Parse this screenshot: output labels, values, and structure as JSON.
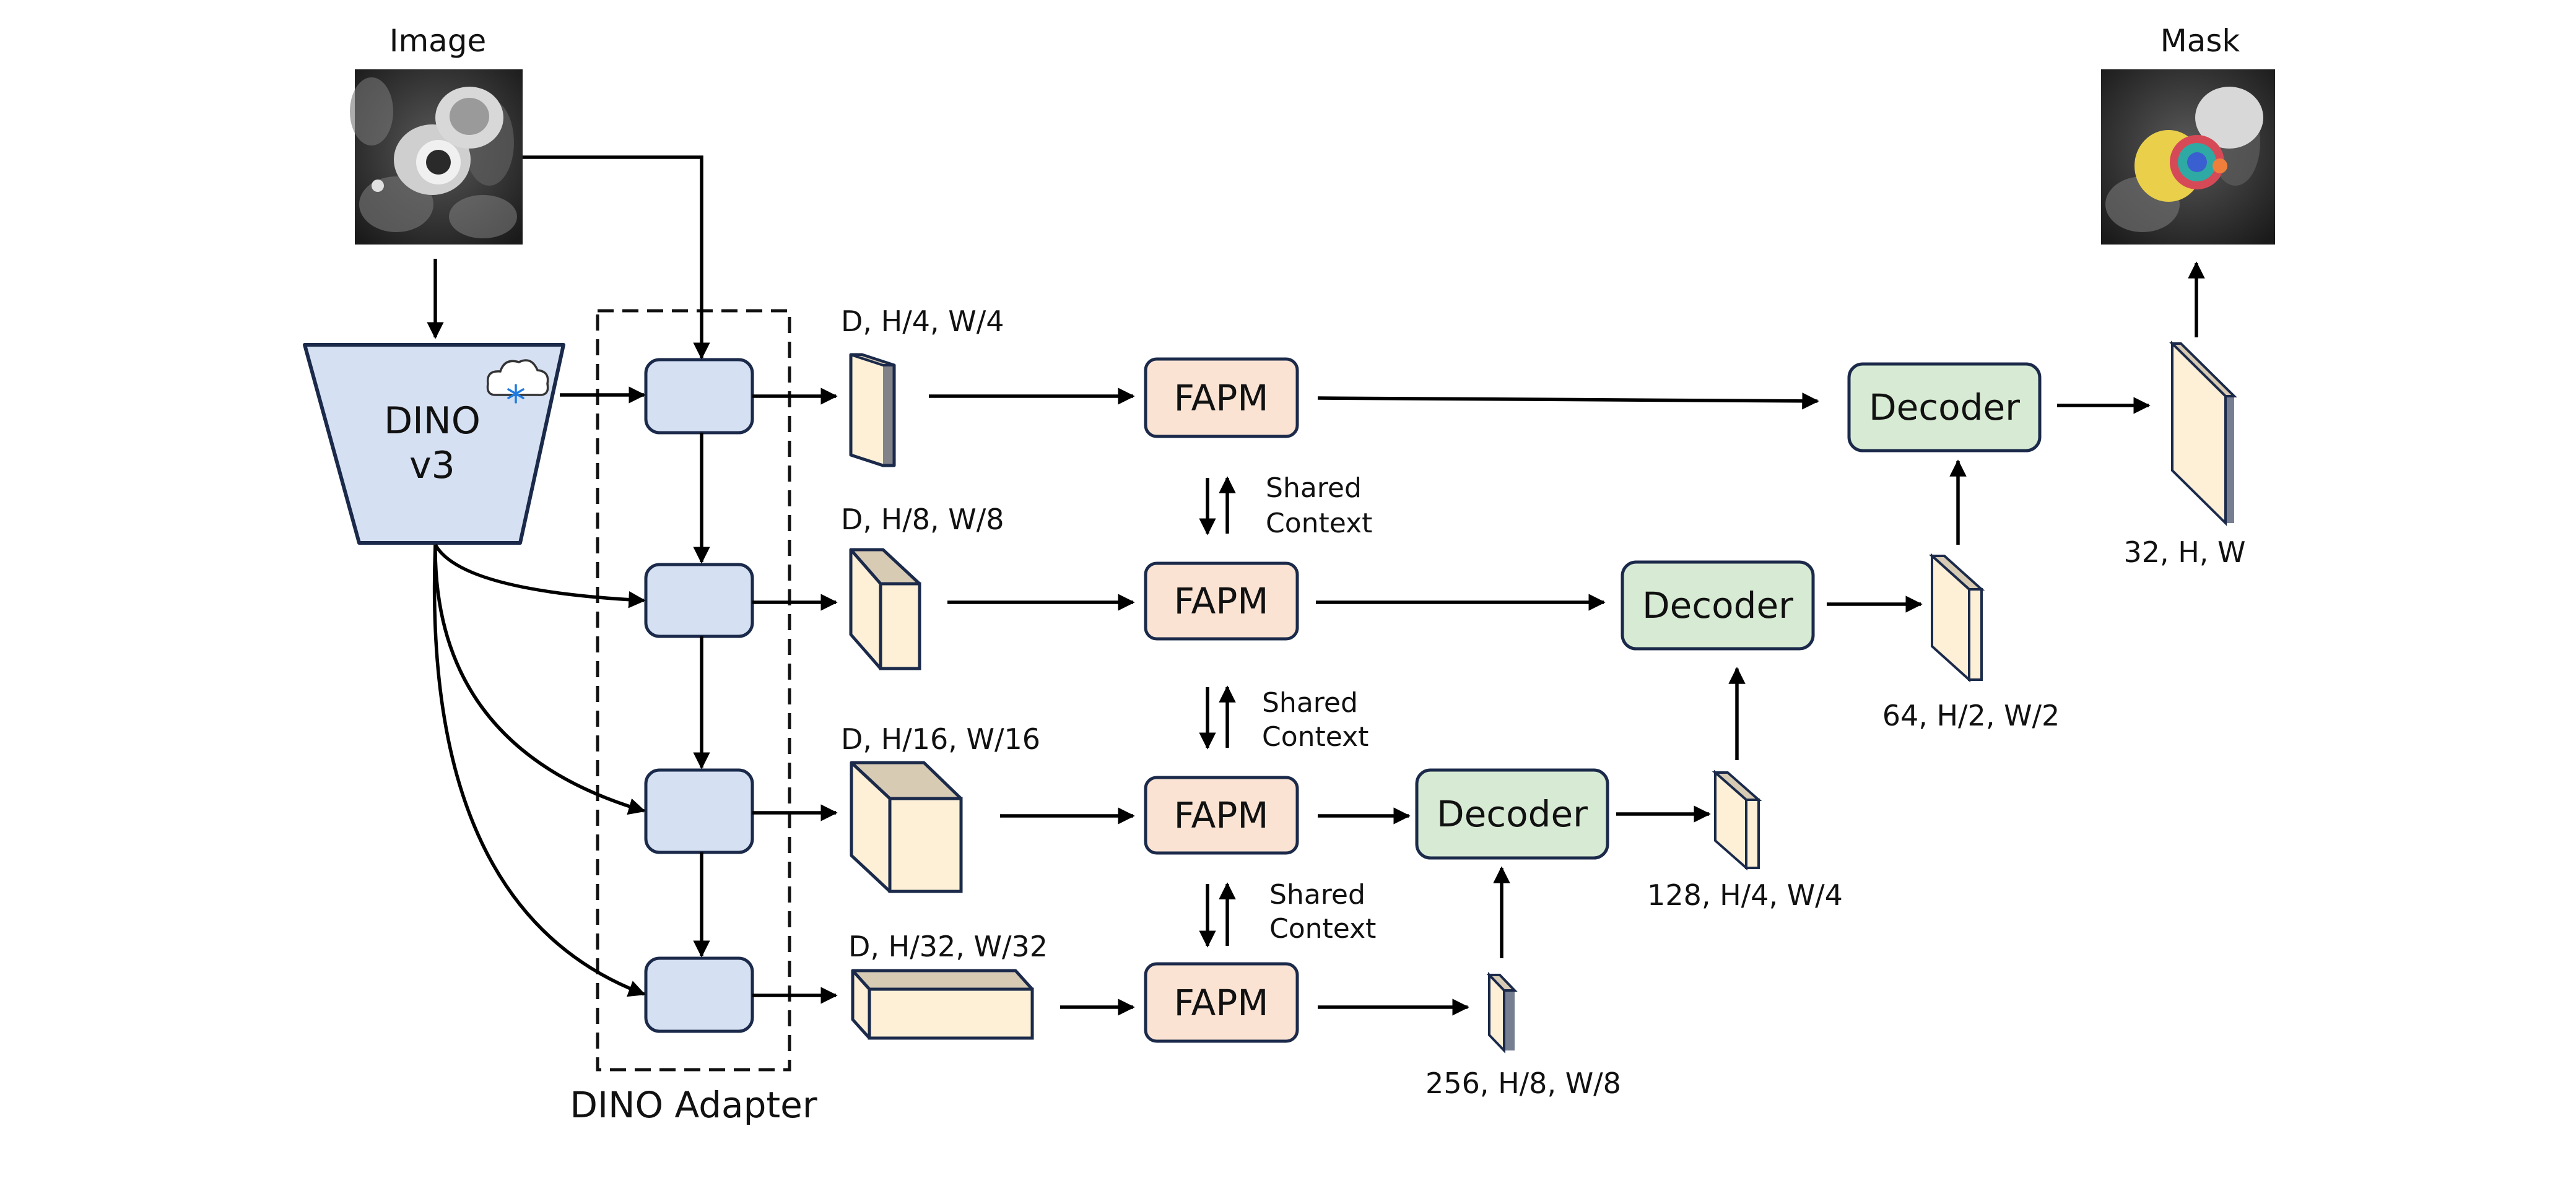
{
  "input": {
    "label": "Image"
  },
  "output": {
    "label": "Mask"
  },
  "backbone": {
    "line1": "DINO",
    "line2": "v3",
    "frozen_icon": "snowflake-cloud-icon"
  },
  "adapter": {
    "label": "DINO Adapter"
  },
  "features": [
    {
      "label": "D, H/4, W/4"
    },
    {
      "label": "D, H/8, W/8"
    },
    {
      "label": "D, H/16, W/16"
    },
    {
      "label": "D, H/32, W/32"
    }
  ],
  "fapm": {
    "label": "FAPM"
  },
  "shared_context": {
    "line1": "Shared",
    "line2": "Context"
  },
  "decoder": {
    "label": "Decoder"
  },
  "decoder_outputs": [
    {
      "label": "256, H/8, W/8"
    },
    {
      "label": "128, H/4, W/4"
    },
    {
      "label": "64, H/2, W/2"
    },
    {
      "label": "32, H, W"
    }
  ],
  "colors": {
    "backbone_fill": "#d5e0f2",
    "adapter_block_fill": "#d5e0f2",
    "fapm_fill": "#fae3d3",
    "decoder_fill": "#d7ead3",
    "feature_front": "#fdf0d6",
    "feature_top": "#d8cbb4",
    "border": "#1b2a4a"
  }
}
